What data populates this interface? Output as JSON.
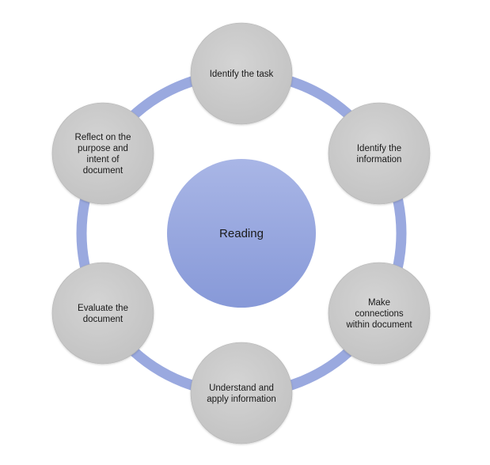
{
  "diagram": {
    "center": {
      "label": "Reading"
    },
    "nodes": [
      {
        "lines": [
          "Identify the task"
        ]
      },
      {
        "lines": [
          "Identify the",
          "information"
        ]
      },
      {
        "lines": [
          "Make",
          "connections",
          "within document"
        ]
      },
      {
        "lines": [
          "Understand and",
          "apply information"
        ]
      },
      {
        "lines": [
          "Evaluate the",
          "document"
        ]
      },
      {
        "lines": [
          "Reflect on the",
          "purpose and",
          "intent of",
          "document"
        ]
      }
    ]
  },
  "colors": {
    "ring": "#9aa9df",
    "center_top": "#a9b6e6",
    "center_bottom": "#8799d8",
    "node_fill": "#c9c9c9",
    "node_edge": "#b4b4b4",
    "text": "#1a1a1a"
  }
}
